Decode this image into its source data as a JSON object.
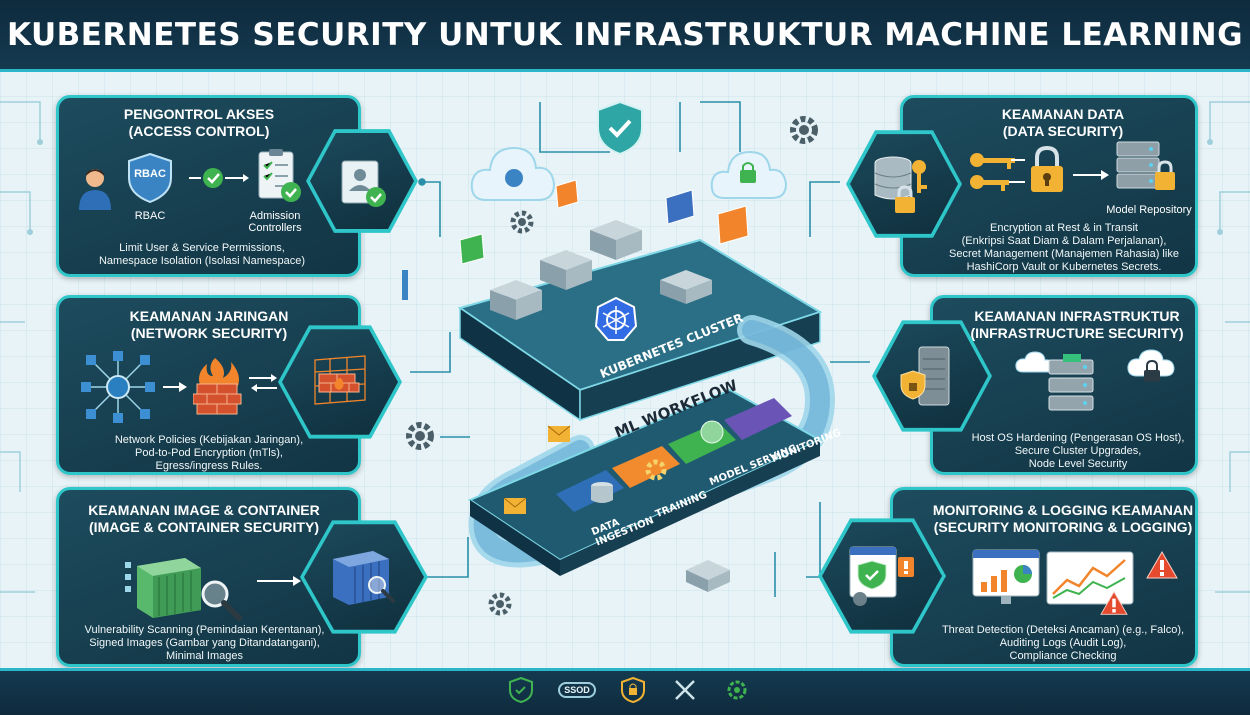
{
  "title": "KUBERNETES SECURITY UNTUK INFRASTRUKTUR MACHINE LEARNING",
  "panels": {
    "access": {
      "title_line1": "PENGONTROL AKSES",
      "title_line2": "(ACCESS CONTROL)",
      "rbac_badge": "RBAC",
      "rbac_label": "RBAC",
      "admission_label_1": "Admission",
      "admission_label_2": "Controllers",
      "desc_line1": "Limit User & Service Permissions,",
      "desc_line2": "Namespace Isolation (Isolasi Namespace)"
    },
    "network": {
      "title_line1": "KEAMANAN JARINGAN",
      "title_line2": "(NETWORK SECURITY)",
      "desc_line1": "Network Policies (Kebijakan Jaringan),",
      "desc_line2": "Pod-to-Pod Encryption (mTls),",
      "desc_line3": "Egress/ingress Rules."
    },
    "image": {
      "title_line1": "KEAMANAN IMAGE & CONTAINER",
      "title_line2": "(IMAGE & CONTAINER SECURITY)",
      "desc_line1": "Vulnerability Scanning (Pemindaian Kerentanan),",
      "desc_line2": "Signed Images (Gambar yang Ditandatangani),",
      "desc_line3": "Minimal Images"
    },
    "data": {
      "title_line1": "KEAMANAN DATA",
      "title_line2": "(DATA SECURITY)",
      "model_repo_label": "Model Repository",
      "desc_line1": "Encryption at Rest & in Transit",
      "desc_line2": "(Enkripsi Saat Diam & Dalam Perjalanan),",
      "desc_line3": "Secret Management (Manajemen Rahasia) like",
      "desc_line4": "HashiCorp Vault or Kubernetes Secrets."
    },
    "infra": {
      "title_line1": "KEAMANAN INFRASTRUKTUR",
      "title_line2": "(INFRASTRUCTURE SECURITY)",
      "desc_line1": "Host OS Hardening (Pengerasan OS Host),",
      "desc_line2": "Secure Cluster Upgrades,",
      "desc_line3": "Node Level Security"
    },
    "monitoring": {
      "title_line1": "MONITORING & LOGGING KEAMANAN",
      "title_line2": "(SECURITY MONITORING & LOGGING)",
      "desc_line1": "Threat Detection (Deteksi Ancaman) (e.g., Falco),",
      "desc_line2": "Auditing Logs (Audit Log),",
      "desc_line3": "Compliance Checking"
    }
  },
  "center": {
    "cluster_label": "KUBERNETES CLUSTER",
    "workflow_label": "ML WORKFLOW",
    "stages": [
      "DATA INGESTION",
      "TRAINING",
      "MODEL SERVING",
      "MONITORING"
    ]
  },
  "footer": {
    "badge_text": "SSOD"
  },
  "colors": {
    "accent": "#2ec6c9",
    "panel_bg": "#123544",
    "header_bg": "#0f2a3d"
  },
  "icons": [
    "shield-icon",
    "cloud-icon",
    "gear-icon",
    "server-icon",
    "lock-icon",
    "key-icon",
    "database-icon",
    "firewall-icon",
    "container-icon",
    "magnifier-icon",
    "warning-icon",
    "chart-icon",
    "user-icon",
    "checklist-icon",
    "network-icon",
    "kubernetes-icon",
    "wrench-icon"
  ]
}
